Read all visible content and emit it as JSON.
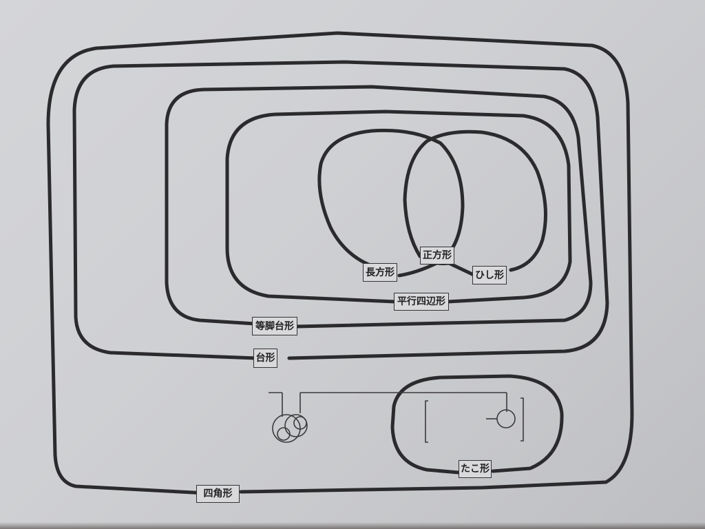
{
  "diagram": {
    "labels": {
      "square": "正方形",
      "rectangle": "長方形",
      "rhombus": "ひし形",
      "parallelogram": "平行四辺形",
      "isosceles_trapezoid": "等脚台形",
      "trapezoid": "台形",
      "kite": "たこ形",
      "quadrilateral": "四角形"
    }
  },
  "colors": {
    "paper": "#d0d1d4",
    "ink": "#2b2a2c"
  }
}
